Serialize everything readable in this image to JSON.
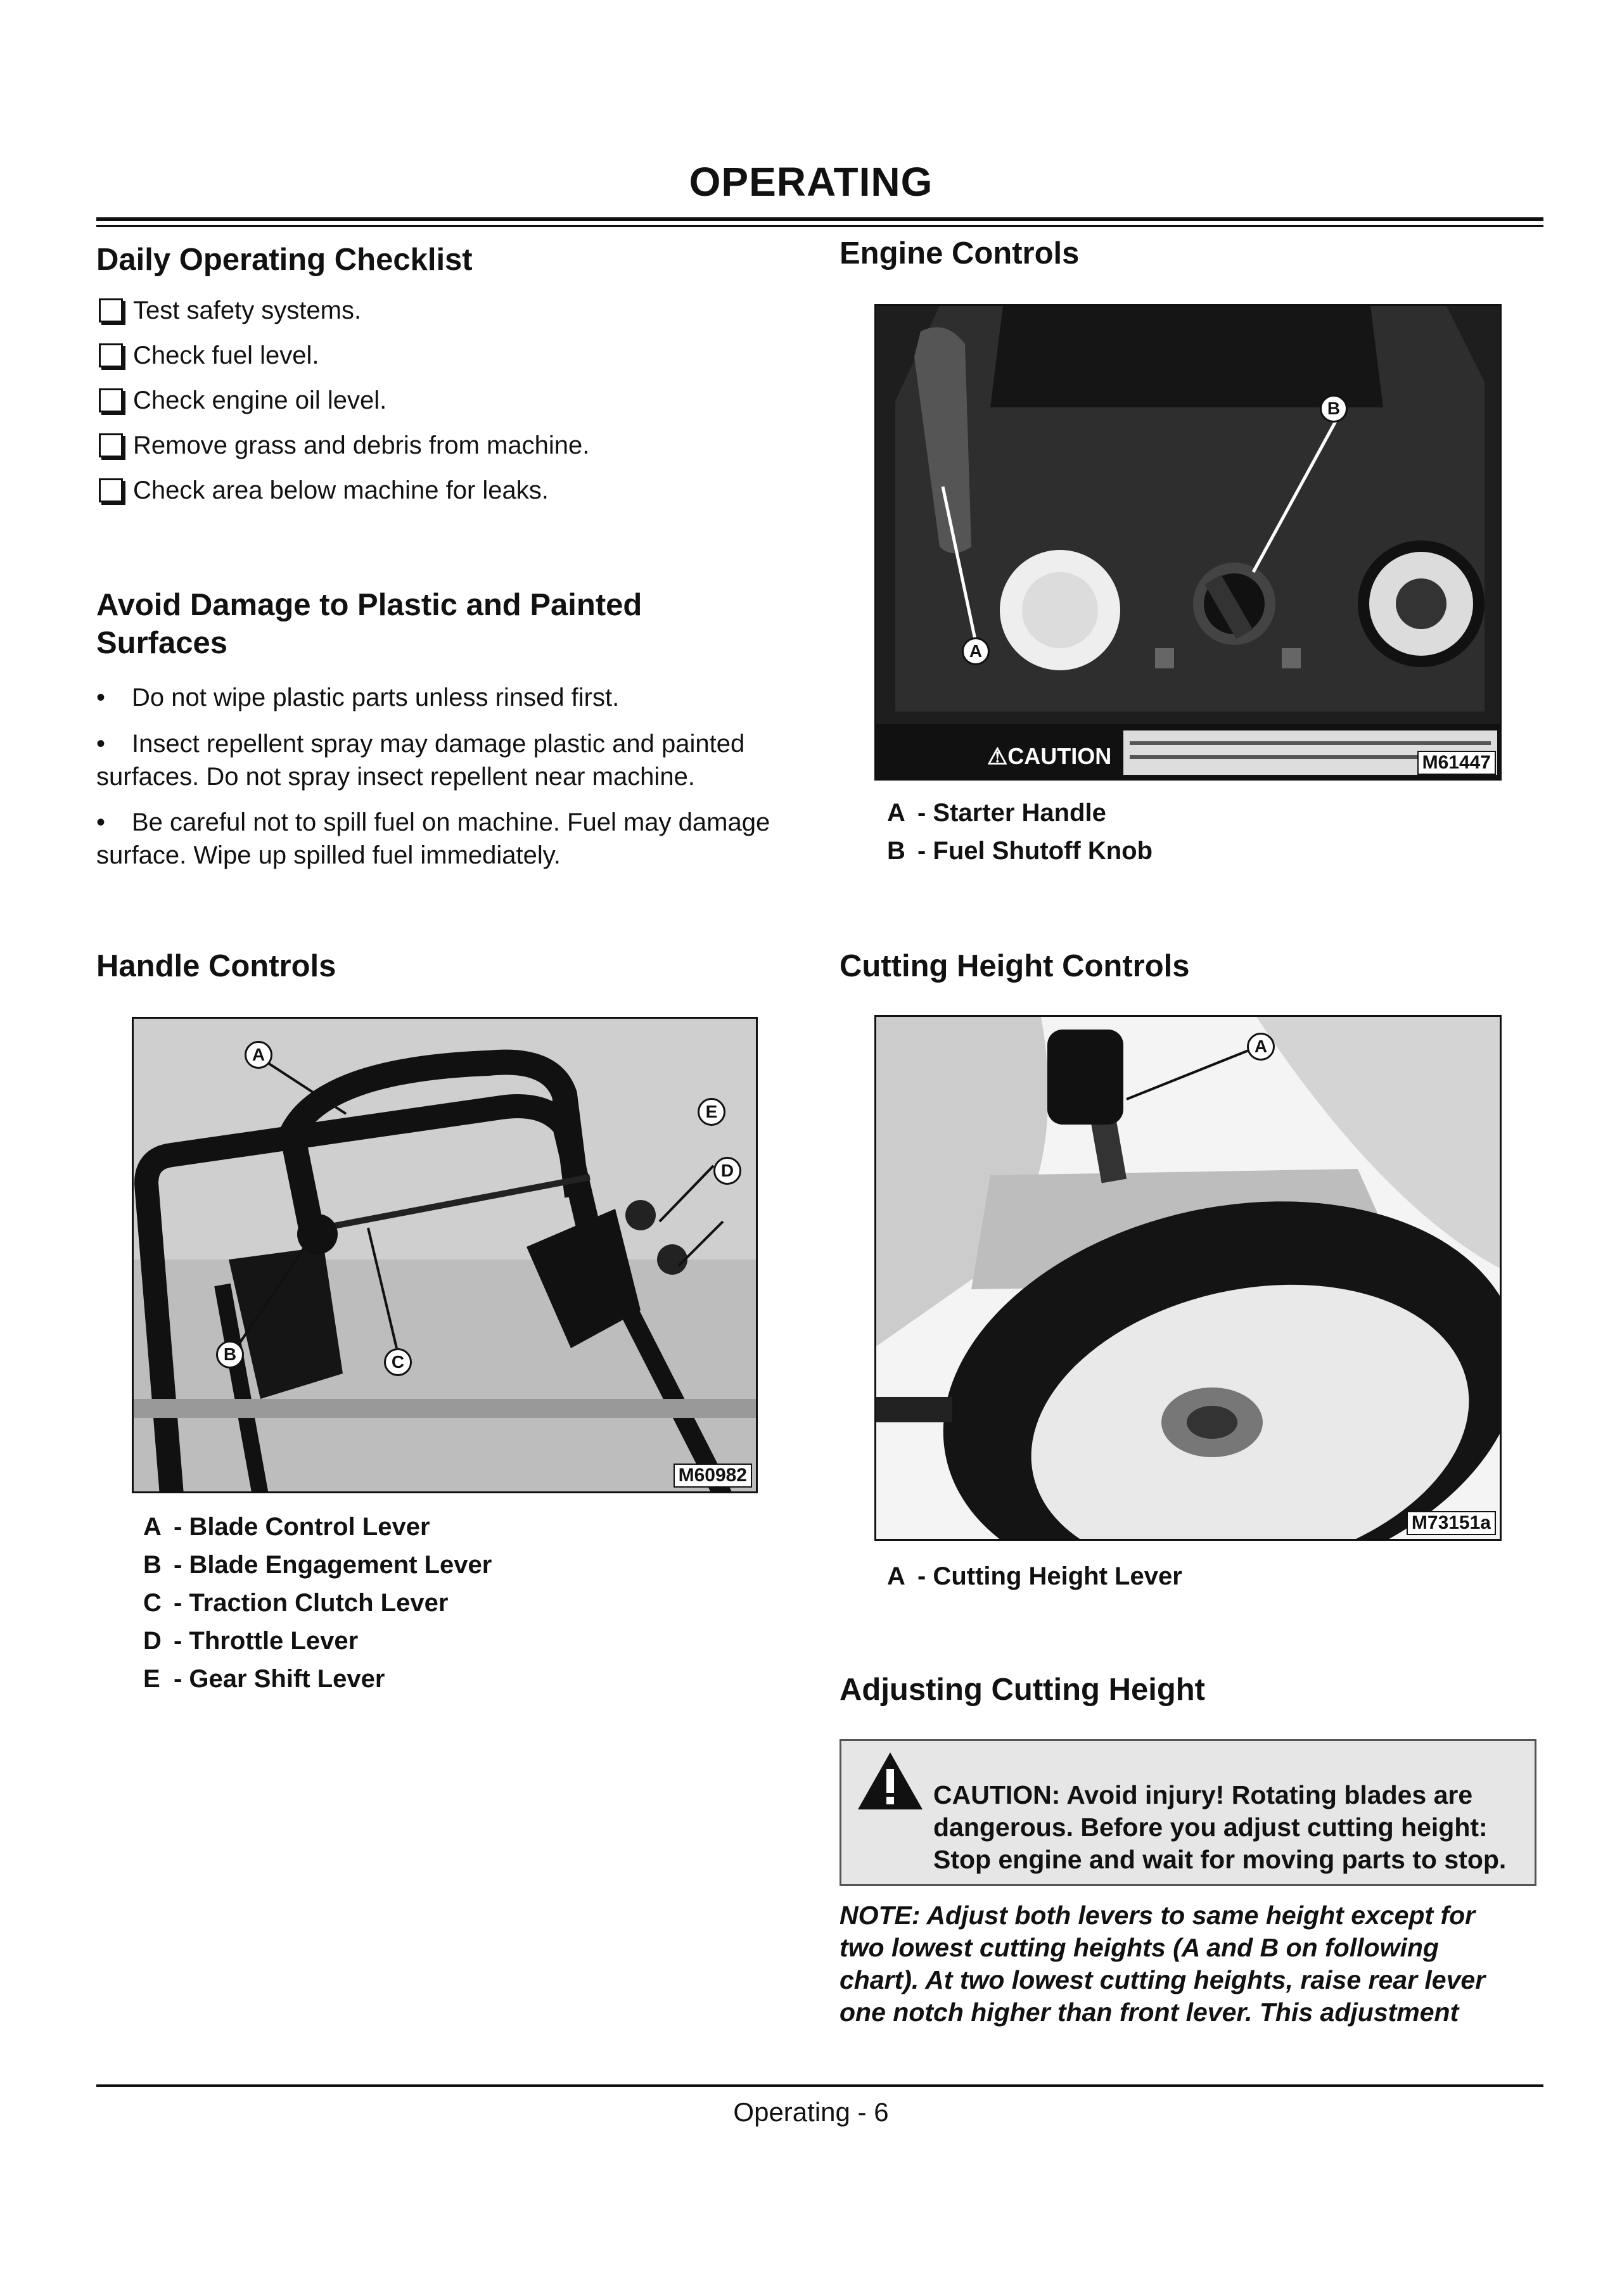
{
  "page": {
    "title": "OPERATING",
    "footer": "Operating - 6"
  },
  "daily_checklist": {
    "heading": "Daily Operating Checklist",
    "items": [
      "Test safety systems.",
      "Check fuel level.",
      "Check engine oil level.",
      "Remove grass and debris from machine.",
      "Check area below machine for leaks."
    ]
  },
  "avoid_damage": {
    "heading_line1": "Avoid Damage to Plastic and Painted",
    "heading_line2": "Surfaces",
    "bullets": [
      "Do not wipe plastic parts unless rinsed first.",
      "Insect repellent spray may damage plastic and painted surfaces. Do not spray insect repellent near machine.",
      "Be careful not to spill fuel on machine. Fuel may damage surface. Wipe up spilled fuel immediately."
    ]
  },
  "handle_controls": {
    "heading": "Handle Controls",
    "figure_id": "M60982",
    "callouts": [
      "A",
      "B",
      "C",
      "D",
      "E"
    ],
    "legend": [
      {
        "key": "A",
        "label": "- Blade Control Lever"
      },
      {
        "key": "B",
        "label": "- Blade Engagement Lever"
      },
      {
        "key": "C",
        "label": "- Traction Clutch Lever"
      },
      {
        "key": "D",
        "label": "- Throttle Lever"
      },
      {
        "key": "E",
        "label": "- Gear Shift Lever"
      }
    ]
  },
  "engine_controls": {
    "heading": "Engine Controls",
    "figure_id": "M61447",
    "decal_text": "⚠CAUTION",
    "callouts": [
      "A",
      "B"
    ],
    "legend": [
      {
        "key": "A",
        "label": "- Starter Handle"
      },
      {
        "key": "B",
        "label": "- Fuel Shutoff Knob"
      }
    ]
  },
  "cutting_height_controls": {
    "heading": "Cutting Height Controls",
    "figure_id": "M73151a",
    "callouts": [
      "A"
    ],
    "legend": [
      {
        "key": "A",
        "label": "- Cutting Height Lever"
      }
    ]
  },
  "adjusting_cutting_height": {
    "heading": "Adjusting Cutting Height",
    "caution_icon": "warning-triangle-icon",
    "caution_lines": [
      "CAUTION: Avoid injury! Rotating blades are",
      "dangerous. Before you adjust cutting height:",
      "Stop engine and wait for moving parts to stop."
    ],
    "note_lines": [
      "NOTE: Adjust both levers to same height except for",
      "two lowest cutting heights (A and B on following",
      "chart). At two lowest cutting heights, raise rear lever",
      "one notch higher than front lever. This adjustment"
    ]
  }
}
